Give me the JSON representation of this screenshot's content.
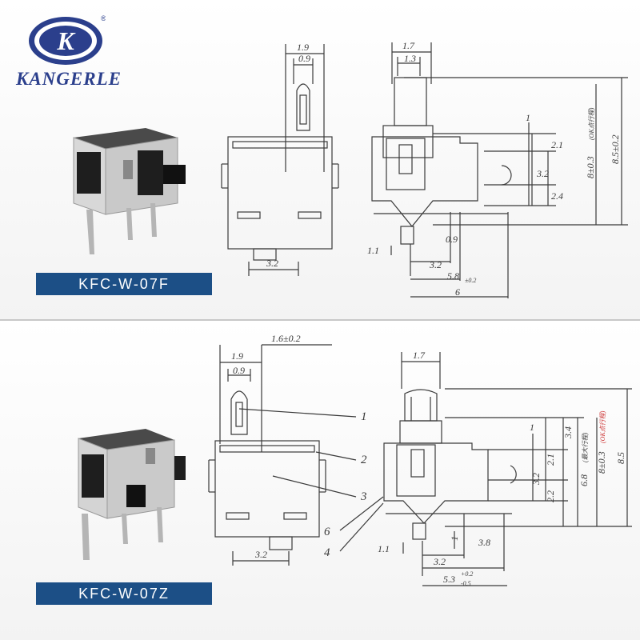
{
  "brand": {
    "name": "KANGERLE",
    "logo_glyph": "K",
    "registered_mark": "®",
    "brand_color": "#2b3f8c"
  },
  "products": [
    {
      "model": "KFC-W-07F",
      "front_dims": [
        "1.9",
        "0.9",
        "3.2"
      ],
      "side_dims": [
        "1.7",
        "1.3",
        "1",
        "2.1",
        "3.2",
        "2.4",
        "0.9",
        "1.1",
        "3.2",
        "5.8",
        "±0.2",
        "6"
      ],
      "vertical_dims": [
        "8±0.3",
        "(OK点行程)",
        "8.5±0.2"
      ]
    },
    {
      "model": "KFC-W-07Z",
      "front_dims": [
        "1.9",
        "0.9",
        "1.6±0.2",
        "3.2"
      ],
      "callouts": [
        "1",
        "2",
        "3",
        "6",
        "4"
      ],
      "side_dims": [
        "1.7",
        "1",
        "3.4",
        "2.1",
        "3.2",
        "2.2",
        "1",
        "1.1",
        "3.2",
        "3.8",
        "5.3",
        "+0.2",
        "-0.5"
      ],
      "vertical_dims": [
        "6.8",
        "(最大行程)",
        "8±0.3",
        "(OK点行程)",
        "8.5"
      ]
    }
  ],
  "colors": {
    "label_bg": "#1c4f86",
    "line": "#3a3a3a",
    "highlight": "#cc3333"
  }
}
